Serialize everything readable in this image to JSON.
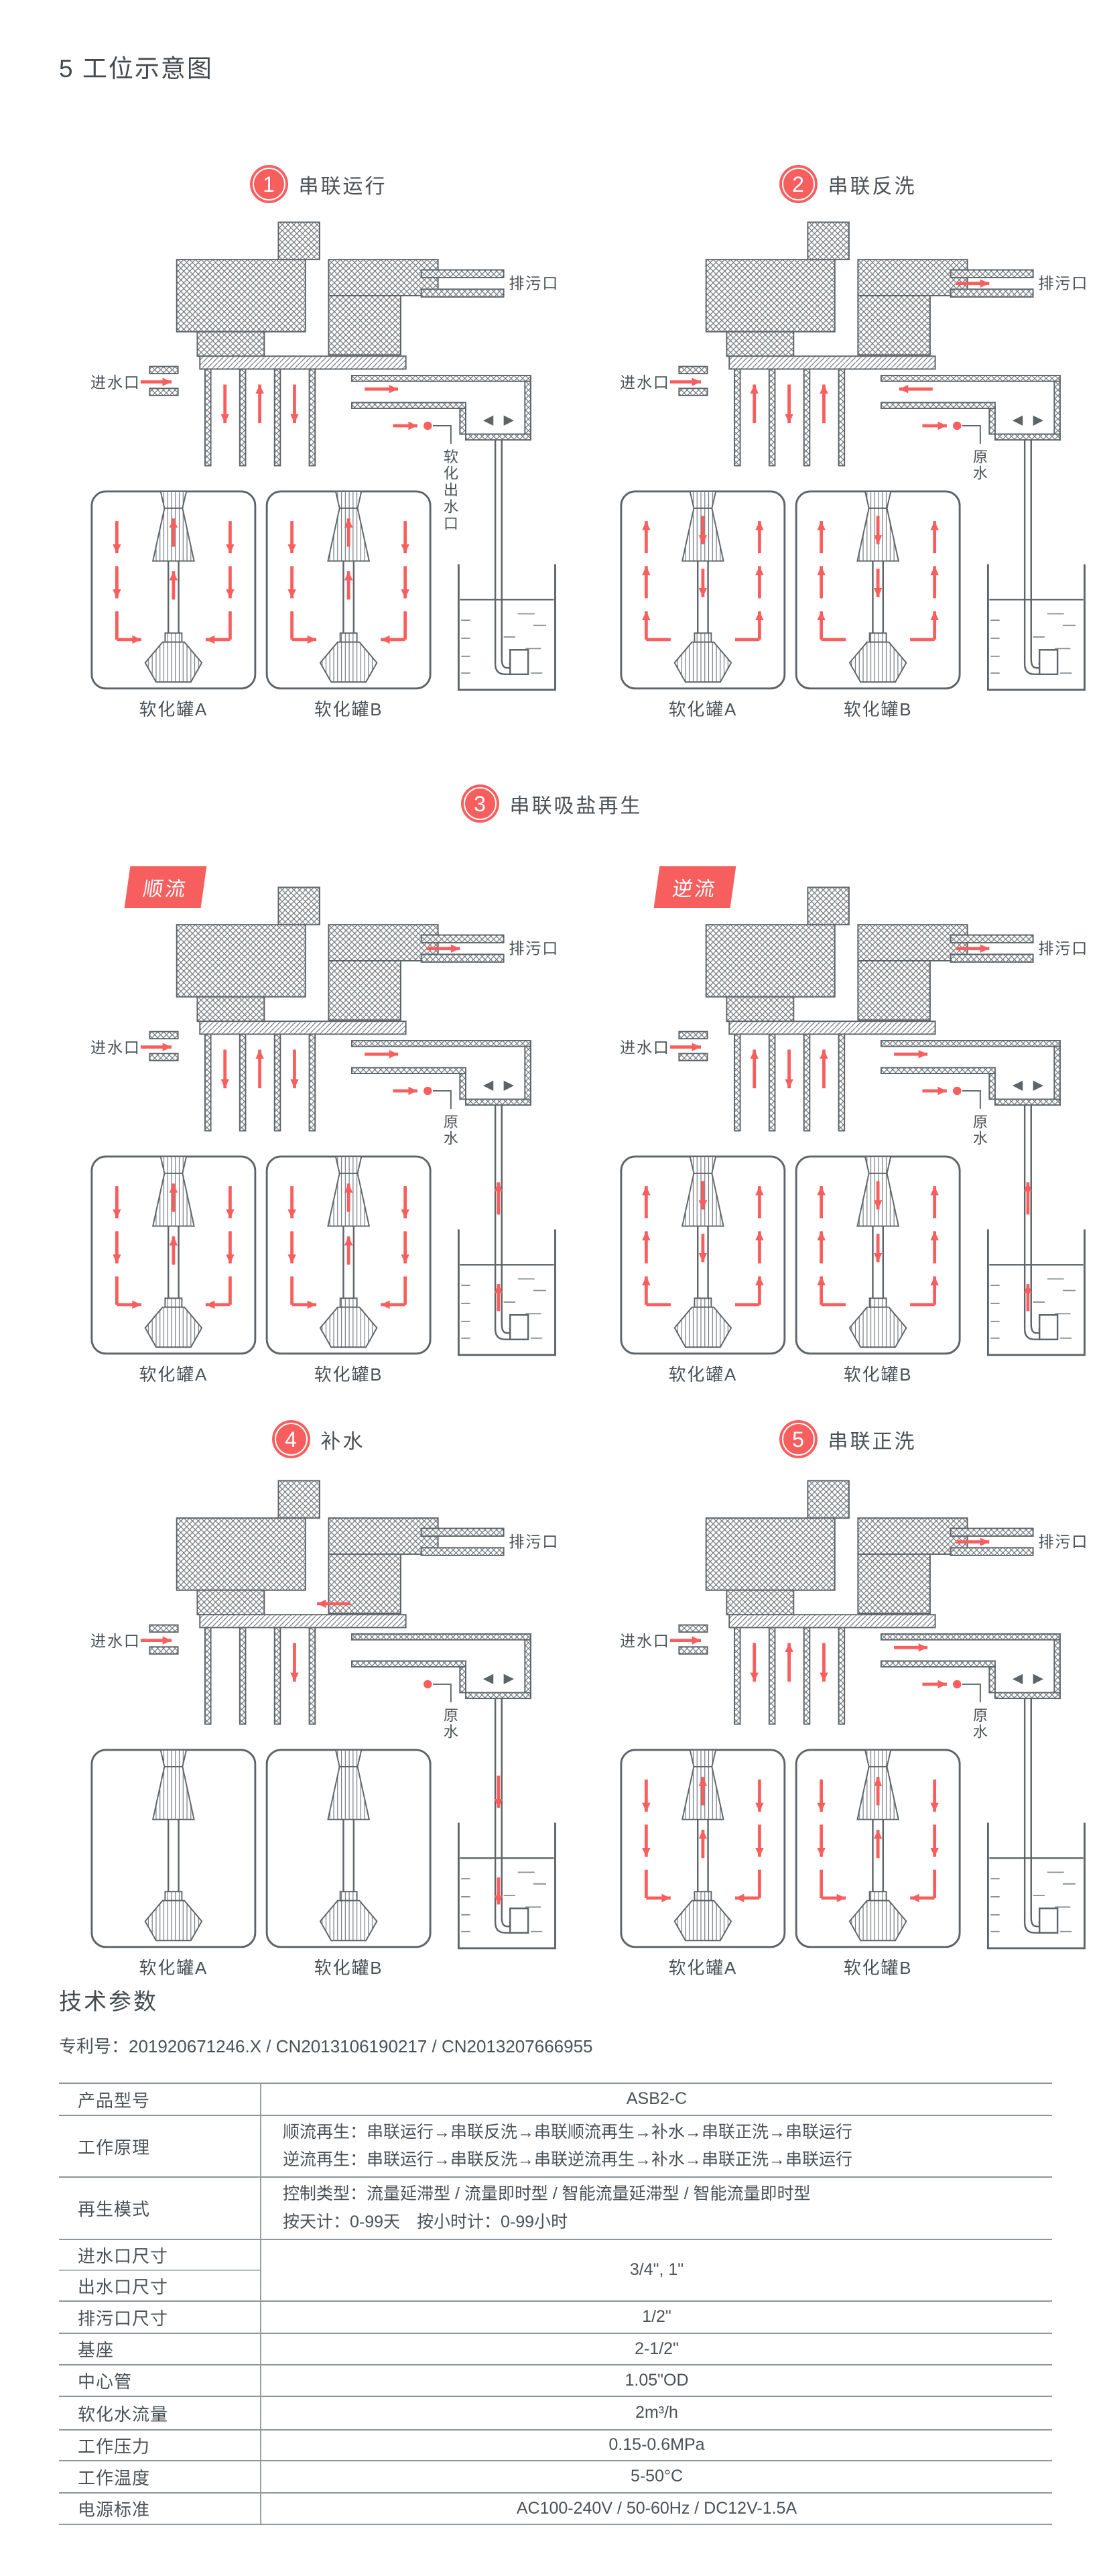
{
  "page": {
    "title": "5 工位示意图"
  },
  "palette": {
    "red": "#f75f5f",
    "line": "#5d6367",
    "text": "#4b5155",
    "light": "#8a9094"
  },
  "sections": {
    "s12": [
      {
        "num": "1",
        "title": "串联运行"
      },
      {
        "num": "2",
        "title": "串联反洗"
      }
    ],
    "s3": {
      "num": "3",
      "title": "串联吸盐再生",
      "tags": [
        "顺流",
        "逆流"
      ]
    },
    "s45": [
      {
        "num": "4",
        "title": "补水"
      },
      {
        "num": "5",
        "title": "串联正洗"
      }
    ]
  },
  "diagram_labels": {
    "drain": "排污口",
    "inlet": "进水口",
    "soft_out": "软化出水口",
    "raw": "原水",
    "tank_a": "软化罐A",
    "tank_b": "软化罐B"
  },
  "diagrams": [
    {
      "id": "series-operation",
      "side_label": "soft_out",
      "tank_flow": "down",
      "brine_flow": "none",
      "drain_arrow": false
    },
    {
      "id": "series-backwash",
      "side_label": "raw",
      "tank_flow": "up",
      "brine_flow": "none",
      "drain_arrow": true
    },
    {
      "id": "regen-cocurrent",
      "side_label": "raw",
      "tank_flow": "down",
      "brine_flow": "up",
      "drain_arrow": true
    },
    {
      "id": "regen-countercurrent",
      "side_label": "raw",
      "tank_flow": "up",
      "brine_flow": "up",
      "drain_arrow": true
    },
    {
      "id": "refill",
      "side_label": "raw",
      "tank_flow": "none",
      "brine_flow": "down",
      "drain_arrow": false
    },
    {
      "id": "series-rinse",
      "side_label": "raw",
      "tank_flow": "down",
      "brine_flow": "none",
      "drain_arrow": true
    }
  ],
  "tech": {
    "heading": "技术参数",
    "patent": "专利号：201920671246.X / CN2013106190217 / CN2013207666955",
    "table": [
      {
        "label": "产品型号",
        "lines": [
          "ASB2-C"
        ]
      },
      {
        "label": "工作原理",
        "lines": [
          "顺流再生：串联运行→串联反洗→串联顺流再生→补水→串联正洗→串联运行",
          "逆流再生：串联运行→串联反洗→串联逆流再生→补水→串联正洗→串联运行"
        ]
      },
      {
        "label": "再生模式",
        "lines": [
          "控制类型：流量延滞型 / 流量即时型 / 智能流量延滞型 / 智能流量即时型",
          "按天计：0-99天　按小时计：0-99小时"
        ]
      },
      {
        "labels": [
          "进水口尺寸",
          "出水口尺寸"
        ],
        "lines": [
          "3/4\", 1\""
        ]
      },
      {
        "label": "排污口尺寸",
        "lines": [
          "1/2\""
        ]
      },
      {
        "label": "基座",
        "lines": [
          "2-1/2\""
        ]
      },
      {
        "label": "中心管",
        "lines": [
          "1.05\"OD"
        ]
      },
      {
        "label": "软化水流量",
        "lines": [
          "2m³/h"
        ]
      },
      {
        "label": "工作压力",
        "lines": [
          "0.15-0.6MPa"
        ]
      },
      {
        "label": "工作温度",
        "lines": [
          "5-50°C"
        ]
      },
      {
        "label": "电源标准",
        "lines": [
          "AC100-240V / 50-60Hz / DC12V-1.5A"
        ]
      }
    ]
  }
}
